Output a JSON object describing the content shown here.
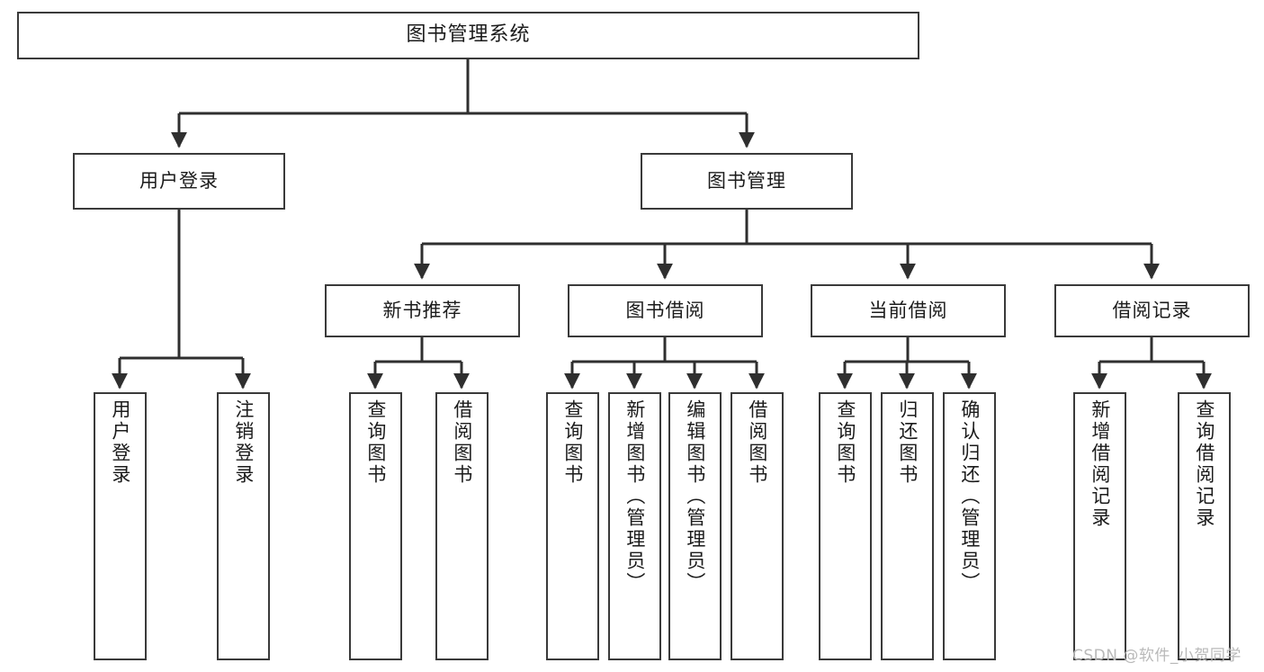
{
  "diagram": {
    "title": "图书管理系统",
    "type": "tree-hierarchy-diagram",
    "watermark": "CSDN @软件_小贺同学",
    "colors": {
      "box_border": "#3a3a3a",
      "box_fill": "#ffffff",
      "edge": "#2f2f2f",
      "text": "#1b1b1b",
      "watermark": "#b9b9b9",
      "background": "#ffffff"
    }
  },
  "nodes": {
    "root": {
      "label": "图书管理系统"
    },
    "level2": [
      {
        "id": "user-login",
        "label": "用户登录"
      },
      {
        "id": "book-manage",
        "label": "图书管理"
      }
    ],
    "level3": [
      {
        "id": "new-book-recommend",
        "label": "新书推荐"
      },
      {
        "id": "book-borrow",
        "label": "图书借阅"
      },
      {
        "id": "current-borrow",
        "label": "当前借阅"
      },
      {
        "id": "borrow-record",
        "label": "借阅记录"
      }
    ],
    "leaves": {
      "user_login": [
        {
          "id": "leaf-user-login",
          "label": "用户登录"
        },
        {
          "id": "leaf-logout-login",
          "label": "注销登录"
        }
      ],
      "new_book_recommend": [
        {
          "id": "leaf-query-book-1",
          "label": "查询图书"
        },
        {
          "id": "leaf-borrow-book-1",
          "label": "借阅图书"
        }
      ],
      "book_borrow": [
        {
          "id": "leaf-query-book-2",
          "label": "查询图书"
        },
        {
          "id": "leaf-add-book",
          "label": "新增图书（管理员）"
        },
        {
          "id": "leaf-edit-book",
          "label": "编辑图书（管理员）"
        },
        {
          "id": "leaf-borrow-book-2",
          "label": "借阅图书"
        }
      ],
      "current_borrow": [
        {
          "id": "leaf-query-book-3",
          "label": "查询图书"
        },
        {
          "id": "leaf-return-book",
          "label": "归还图书"
        },
        {
          "id": "leaf-confirm-return",
          "label": "确认归还（管理员）"
        }
      ],
      "borrow_record": [
        {
          "id": "leaf-add-record",
          "label": "新增借阅记录"
        },
        {
          "id": "leaf-query-record",
          "label": "查询借阅记录"
        }
      ]
    }
  }
}
